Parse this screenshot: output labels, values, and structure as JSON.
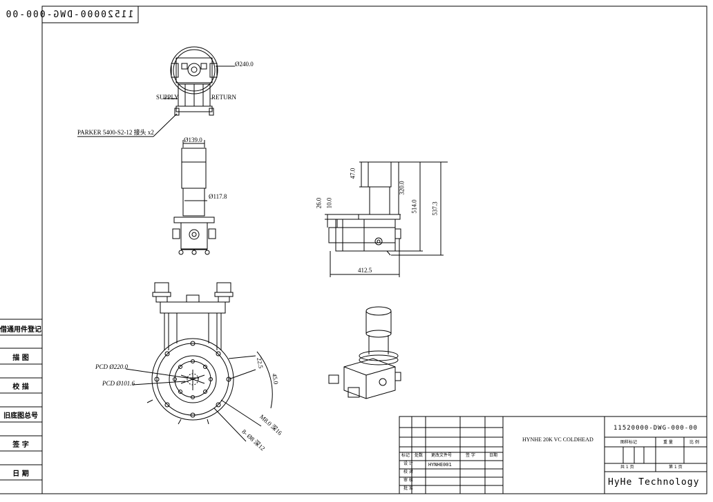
{
  "drawing_number_mirrored": "11520000-DWG-000-00",
  "side_panel": {
    "labels": [
      "借通用件登记",
      "描 图",
      "校 描",
      "旧底图总号",
      "签 字",
      "日 期"
    ]
  },
  "annotations": {
    "dia_240": "Ø240.0",
    "supply": "SUPPLY",
    "return": "RETURN",
    "parker_note": "PARKER 5400-S2-12 接头 x2",
    "dia_139": "Ø139.0",
    "dia_117": "Ø117.8",
    "dim_47": "47.0",
    "dim_320": "320.0",
    "dim_514": "514.0",
    "dim_537": "537.3",
    "dim_26": "26.0",
    "dim_10": "10.0",
    "dim_412": "412.5",
    "pcd_220": "PCD Ø220.0",
    "pcd_101": "PCD Ø101.6",
    "angle_22": "22.5",
    "angle_45": "45.0",
    "m8_note": "M8.0 深16",
    "hole_note": "8- Ø8 深12"
  },
  "title_block": {
    "product_name": "HYNHE 20K VC COLDHEAD",
    "drawing_number": "11520000-DWG-000-00",
    "header_cells": [
      "图样标记",
      "重 量",
      "比 例"
    ],
    "sheet_total": "共 1 页",
    "sheet_no": "第 1 页",
    "company": "HyHe Technology",
    "revision_headers": [
      "标记",
      "处数",
      "更改文件号",
      "签 字",
      "日期"
    ],
    "role_rows": [
      "设 计",
      "校 对",
      "审 核",
      "批 准"
    ],
    "designer": "HYNHE001"
  }
}
